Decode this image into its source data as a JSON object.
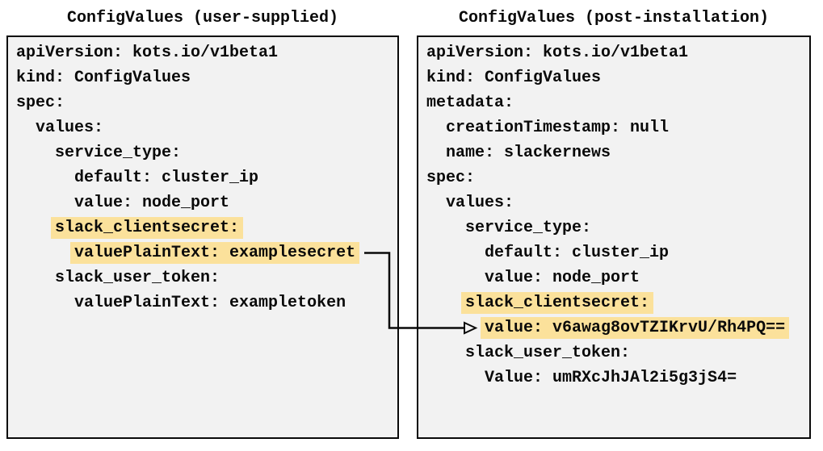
{
  "diagram": {
    "left_panel": {
      "title": "ConfigValues (user-supplied)",
      "lines": [
        {
          "indent": 0,
          "text": "apiVersion: kots.io/v1beta1",
          "highlight": false
        },
        {
          "indent": 0,
          "text": "kind: ConfigValues",
          "highlight": false
        },
        {
          "indent": 0,
          "text": "spec:",
          "highlight": false
        },
        {
          "indent": 2,
          "text": "values:",
          "highlight": false
        },
        {
          "indent": 4,
          "text": "service_type:",
          "highlight": false
        },
        {
          "indent": 6,
          "text": "default: cluster_ip",
          "highlight": false
        },
        {
          "indent": 6,
          "text": "value: node_port",
          "highlight": false
        },
        {
          "indent": 4,
          "text": "slack_clientsecret:",
          "highlight": true
        },
        {
          "indent": 6,
          "text": "valuePlainText: examplesecret",
          "highlight": true
        },
        {
          "indent": 4,
          "text": "slack_user_token:",
          "highlight": false
        },
        {
          "indent": 6,
          "text": "valuePlainText: exampletoken",
          "highlight": false
        }
      ]
    },
    "right_panel": {
      "title": "ConfigValues (post-installation)",
      "lines": [
        {
          "indent": 0,
          "text": "apiVersion: kots.io/v1beta1",
          "highlight": false
        },
        {
          "indent": 0,
          "text": "kind: ConfigValues",
          "highlight": false
        },
        {
          "indent": 0,
          "text": "metadata:",
          "highlight": false
        },
        {
          "indent": 2,
          "text": "creationTimestamp: null",
          "highlight": false
        },
        {
          "indent": 2,
          "text": "name: slackernews",
          "highlight": false
        },
        {
          "indent": 0,
          "text": "spec:",
          "highlight": false
        },
        {
          "indent": 2,
          "text": "values:",
          "highlight": false
        },
        {
          "indent": 4,
          "text": "service_type:",
          "highlight": false
        },
        {
          "indent": 6,
          "text": "default: cluster_ip",
          "highlight": false
        },
        {
          "indent": 6,
          "text": "value: node_port",
          "highlight": false
        },
        {
          "indent": 4,
          "text": "slack_clientsecret:",
          "highlight": true
        },
        {
          "indent": 6,
          "text": "value: v6awag8ovTZIKrvU/Rh4PQ==",
          "highlight": true
        },
        {
          "indent": 4,
          "text": "slack_user_token:",
          "highlight": false
        },
        {
          "indent": 6,
          "text": "Value: umRXcJhJAl2i5g3jS4=",
          "highlight": false
        }
      ]
    },
    "colors": {
      "highlight": "#fbe19b",
      "panel_background": "#f2f2f2",
      "border": "#0a0a0a",
      "text": "#0a0a0a"
    }
  }
}
